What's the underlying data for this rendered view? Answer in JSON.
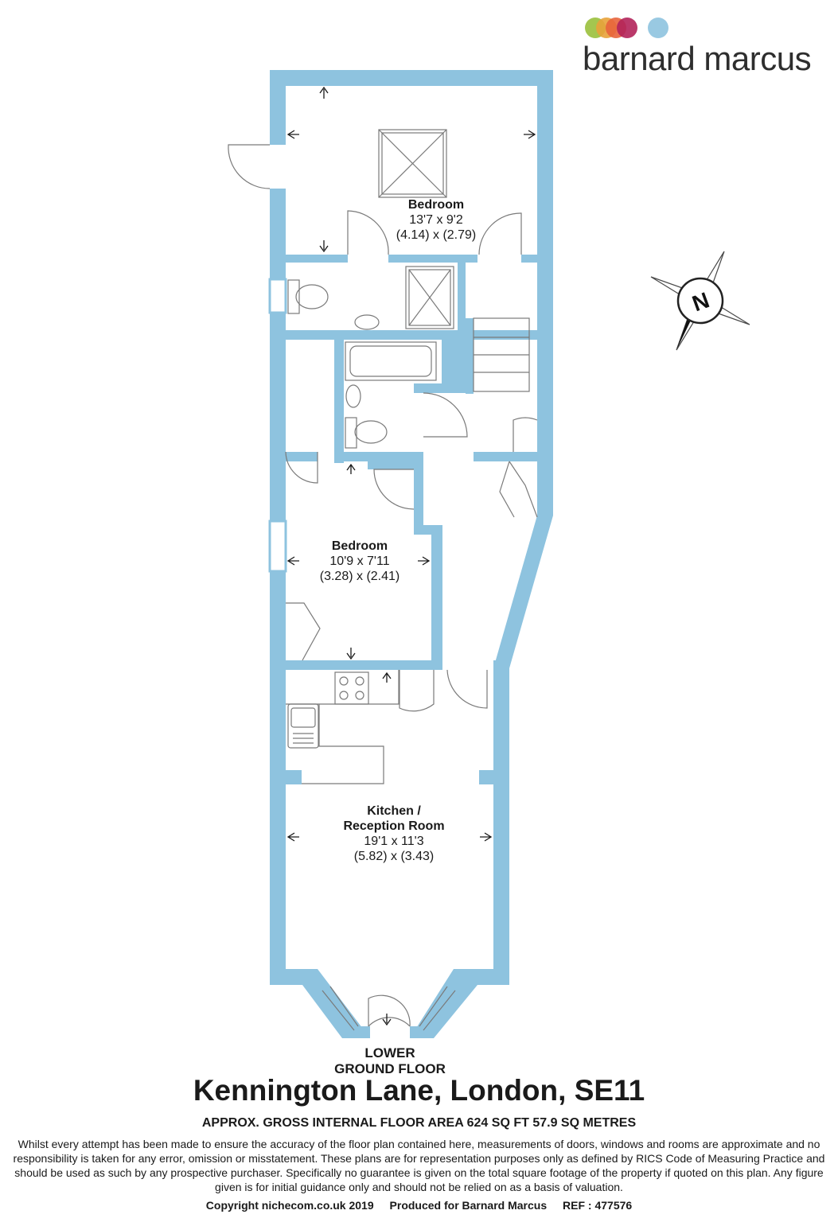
{
  "brand": {
    "name": "barnard marcus",
    "dot_colors": [
      "#9ac03c",
      "#e8a23a",
      "#e8643c",
      "#b3245a",
      "#8ec3df"
    ]
  },
  "colors": {
    "wall": "#8ec3df",
    "fixture_line": "#7a7a7a",
    "text": "#1a1a1a"
  },
  "rooms": [
    {
      "name": "Bedroom",
      "imperial": "13'7 x 9'2",
      "metric": "(4.14) x (2.79)"
    },
    {
      "name": "Bedroom",
      "imperial": "10'9 x 7'11",
      "metric": "(3.28) x (2.41)"
    },
    {
      "name_line1": "Kitchen /",
      "name_line2": "Reception Room",
      "imperial": "19'1 x 11'3",
      "metric": "(5.82) x (3.43)"
    }
  ],
  "compass": {
    "label": "N"
  },
  "floor": {
    "line1": "LOWER",
    "line2": "GROUND FLOOR"
  },
  "address": "Kennington Lane, London, SE11",
  "area": "APPROX. GROSS INTERNAL FLOOR AREA 624 SQ FT 57.9 SQ METRES",
  "disclaimer": "Whilst every attempt has been made to ensure the accuracy of the floor plan contained here, measurements of doors, windows and rooms are approximate and no responsibility is taken for any error, omission or misstatement. These plans are for representation purposes only as defined by RICS Code of Measuring Practice and should be used as such by any prospective purchaser.  Specifically no guarantee is given on the total square footage of the property if quoted on this plan. Any figure given is for initial guidance only and should not be relied on as a basis of valuation.",
  "footer": {
    "copyright": "Copyright nichecom.co.uk 2019",
    "produced": "Produced for Barnard Marcus",
    "ref": "REF : 477576"
  }
}
